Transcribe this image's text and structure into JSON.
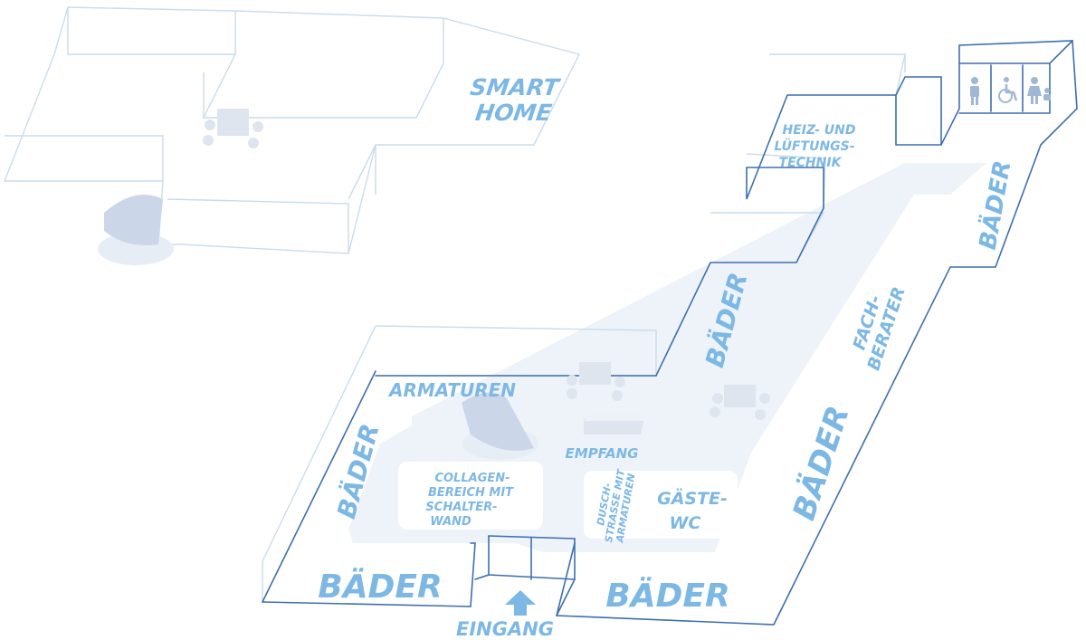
{
  "labels": {
    "smart_home": [
      "SMART",
      "HOME"
    ],
    "heiz": [
      "HEIZ- UND",
      "LÜFTUNGS-",
      "TECHNIK"
    ],
    "baeder_top_right": "BÄDER",
    "fachberater": [
      "FACH-",
      "BERATER"
    ],
    "baeder_mid": "BÄDER",
    "armaturen": "ARMATUREN",
    "baeder_left": "BÄDER",
    "baeder_bottom_left": "BÄDER",
    "baeder_bottom_right": "BÄDER",
    "baeder_right": "BÄDER",
    "eingang": "EINGANG",
    "empfang": "EMPFANG",
    "collagen": [
      "COLLAGEN-",
      "BEREICH MIT",
      "SCHALTER-",
      "WAND"
    ],
    "dusch": [
      "DUSCH-",
      "STRASSE MIT",
      "ARMATUREN"
    ],
    "gaeste": [
      "GÄSTE-",
      "WC"
    ]
  },
  "icons": [
    "man-toilet-icon",
    "wheelchair-toilet-icon",
    "family-toilet-icon"
  ],
  "colors": {
    "label": "#7db8e4",
    "wall": "#3d6fae",
    "wall_light": "#c9dcec",
    "walkway": "#edf3f9"
  }
}
